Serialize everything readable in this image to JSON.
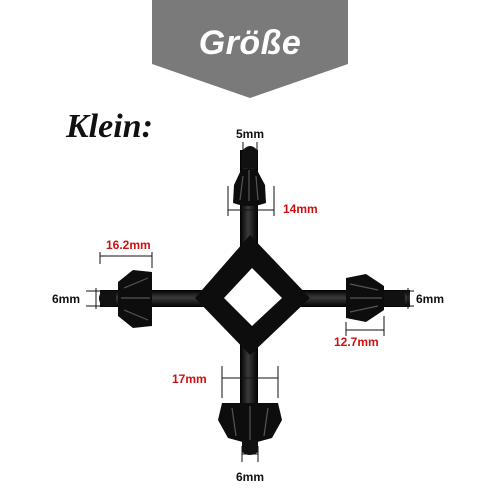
{
  "banner": {
    "title": "Größe",
    "color": "#7a7a7a"
  },
  "size_label": "Klein:",
  "colors": {
    "black_dim": "#111111",
    "red_dim": "#cc1111",
    "tool": "#0d0d0d"
  },
  "dimensions": {
    "top_tip": "5mm",
    "top_collar": "14mm",
    "left_collar": "16.2mm",
    "left_tip": "6mm",
    "right_tip": "6mm",
    "right_collar": "12.7mm",
    "bottom_collar": "17mm",
    "bottom_tip": "6mm"
  }
}
